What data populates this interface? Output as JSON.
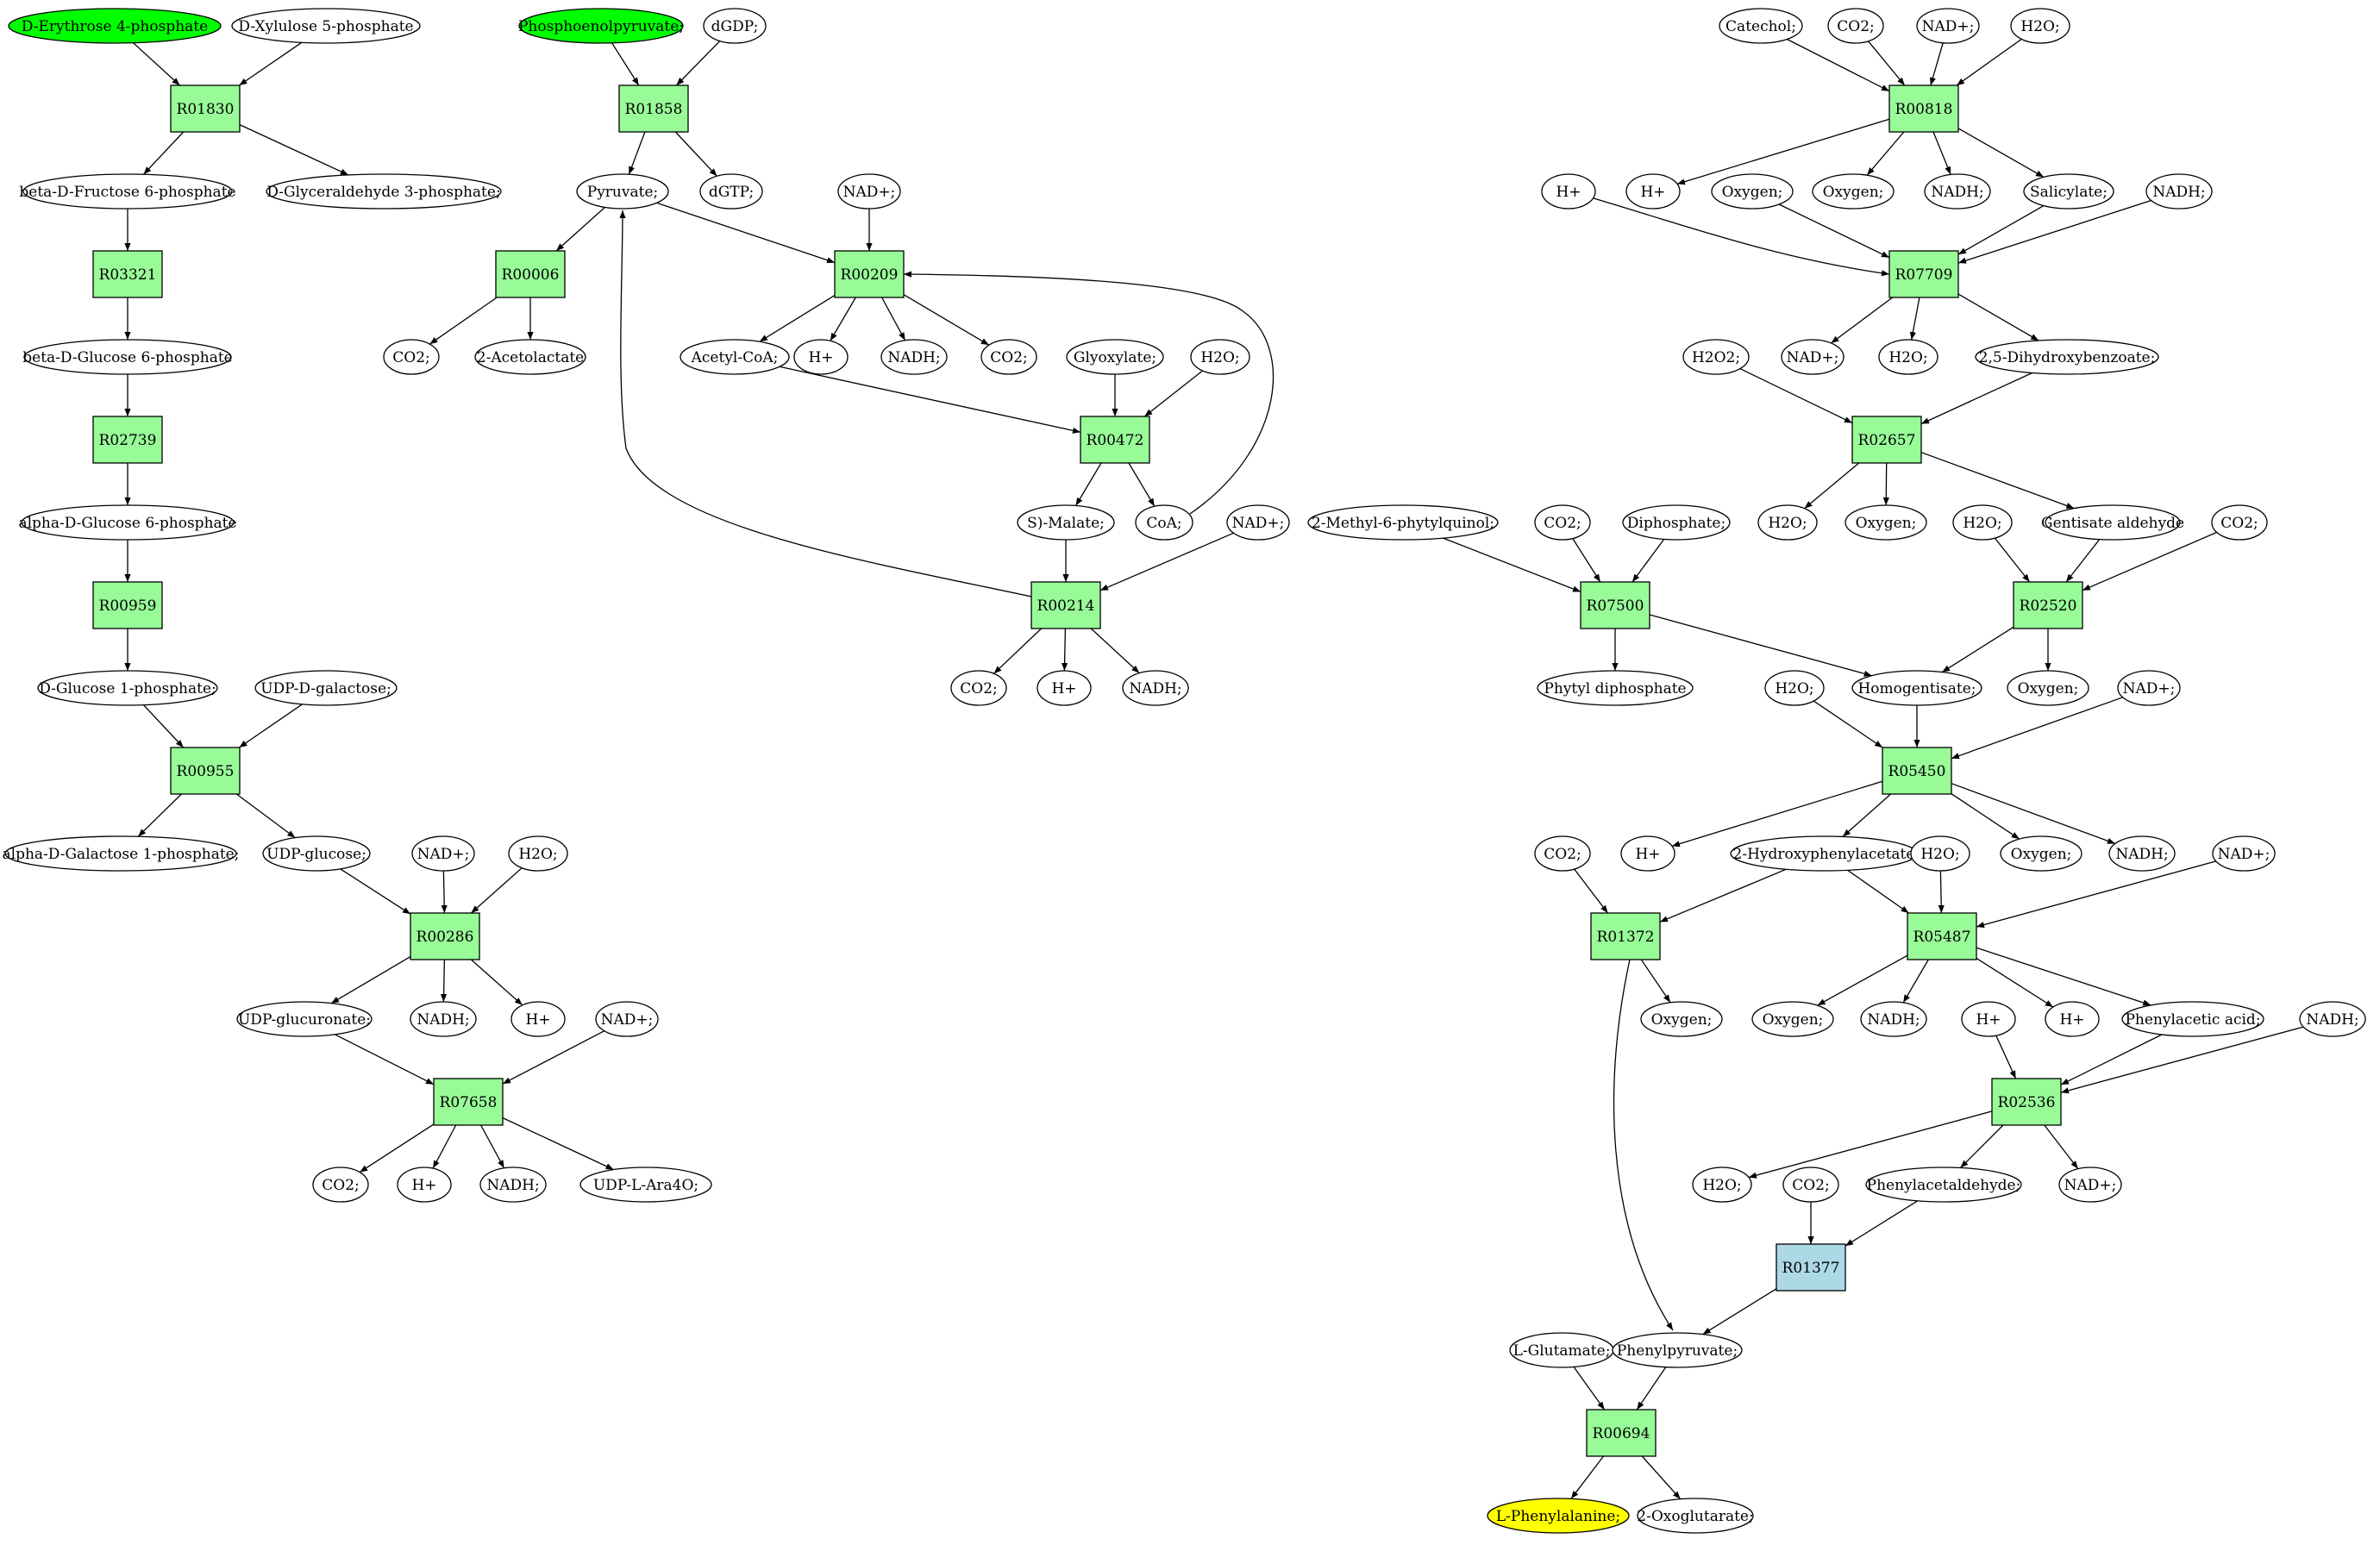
{
  "colors": {
    "reaction": "#98fb98",
    "reaction_highlight": "#add8e6",
    "source": "#00ff00",
    "target": "#ffff00",
    "compound": "#ffffff",
    "stroke": "#000000"
  },
  "nodes": [
    {
      "id": "c_e4p",
      "label": "D-Erythrose 4-phosphate",
      "kind": "compound",
      "fill": "source"
    },
    {
      "id": "c_x5p",
      "label": "D-Xylulose 5-phosphate",
      "kind": "compound"
    },
    {
      "id": "r_R01830",
      "label": "R01830",
      "kind": "reaction"
    },
    {
      "id": "c_f6p",
      "label": "beta-D-Fructose 6-phosphate",
      "kind": "compound"
    },
    {
      "id": "c_g3p",
      "label": "D-Glyceraldehyde 3-phosphate;",
      "kind": "compound"
    },
    {
      "id": "r_R03321",
      "label": "R03321",
      "kind": "reaction"
    },
    {
      "id": "c_bg6p",
      "label": "beta-D-Glucose 6-phosphate",
      "kind": "compound"
    },
    {
      "id": "r_R02739",
      "label": "R02739",
      "kind": "reaction"
    },
    {
      "id": "c_ag6p",
      "label": "alpha-D-Glucose 6-phosphate",
      "kind": "compound"
    },
    {
      "id": "r_R00959",
      "label": "R00959",
      "kind": "reaction"
    },
    {
      "id": "c_g1p",
      "label": "D-Glucose 1-phosphate;",
      "kind": "compound"
    },
    {
      "id": "c_udpgal",
      "label": "UDP-D-galactose;",
      "kind": "compound"
    },
    {
      "id": "r_R00955",
      "label": "R00955",
      "kind": "reaction"
    },
    {
      "id": "c_agal1p",
      "label": "alpha-D-Galactose 1-phosphate;",
      "kind": "compound"
    },
    {
      "id": "c_udpglc",
      "label": "UDP-glucose;",
      "kind": "compound"
    },
    {
      "id": "c_nad_286",
      "label": "NAD+;",
      "kind": "compound"
    },
    {
      "id": "c_h2o_286",
      "label": "H2O;",
      "kind": "compound"
    },
    {
      "id": "r_R00286",
      "label": "R00286",
      "kind": "reaction"
    },
    {
      "id": "c_udpglcur",
      "label": "UDP-glucuronate;",
      "kind": "compound"
    },
    {
      "id": "c_nadh_286",
      "label": "NADH;",
      "kind": "compound"
    },
    {
      "id": "c_h_286",
      "label": "H+",
      "kind": "compound"
    },
    {
      "id": "c_nad_658",
      "label": "NAD+;",
      "kind": "compound"
    },
    {
      "id": "r_R07658",
      "label": "R07658",
      "kind": "reaction"
    },
    {
      "id": "c_co2_658",
      "label": "CO2;",
      "kind": "compound"
    },
    {
      "id": "c_h_658",
      "label": "H+",
      "kind": "compound"
    },
    {
      "id": "c_nadh_658",
      "label": "NADH;",
      "kind": "compound"
    },
    {
      "id": "c_udpara",
      "label": "UDP-L-Ara4O;",
      "kind": "compound"
    },
    {
      "id": "c_pep",
      "label": "Phosphoenolpyruvate;",
      "kind": "compound",
      "fill": "source"
    },
    {
      "id": "c_dgdp",
      "label": "dGDP;",
      "kind": "compound"
    },
    {
      "id": "r_R01858",
      "label": "R01858",
      "kind": "reaction"
    },
    {
      "id": "c_pyr",
      "label": "Pyruvate;",
      "kind": "compound"
    },
    {
      "id": "c_dgtp",
      "label": "dGTP;",
      "kind": "compound"
    },
    {
      "id": "r_R00006",
      "label": "R00006",
      "kind": "reaction"
    },
    {
      "id": "c_co2_006",
      "label": "CO2;",
      "kind": "compound"
    },
    {
      "id": "c_acetolac",
      "label": "2-Acetolactate",
      "kind": "compound"
    },
    {
      "id": "c_nad_209",
      "label": "NAD+;",
      "kind": "compound"
    },
    {
      "id": "r_R00209",
      "label": "R00209",
      "kind": "reaction"
    },
    {
      "id": "c_accoa",
      "label": "Acetyl-CoA;",
      "kind": "compound"
    },
    {
      "id": "c_h_209",
      "label": "H+",
      "kind": "compound"
    },
    {
      "id": "c_nadh_209",
      "label": "NADH;",
      "kind": "compound"
    },
    {
      "id": "c_co2_209",
      "label": "CO2;",
      "kind": "compound"
    },
    {
      "id": "c_glyox",
      "label": "Glyoxylate;",
      "kind": "compound"
    },
    {
      "id": "c_h2o_472",
      "label": "H2O;",
      "kind": "compound"
    },
    {
      "id": "r_R00472",
      "label": "R00472",
      "kind": "reaction"
    },
    {
      "id": "c_malate",
      "label": "S)-Malate;",
      "kind": "compound"
    },
    {
      "id": "c_coa",
      "label": "CoA;",
      "kind": "compound"
    },
    {
      "id": "c_nad_214",
      "label": "NAD+;",
      "kind": "compound"
    },
    {
      "id": "r_R00214",
      "label": "R00214",
      "kind": "reaction"
    },
    {
      "id": "c_co2_214",
      "label": "CO2;",
      "kind": "compound"
    },
    {
      "id": "c_h_214",
      "label": "H+",
      "kind": "compound"
    },
    {
      "id": "c_nadh_214",
      "label": "NADH;",
      "kind": "compound"
    },
    {
      "id": "c_catechol",
      "label": "Catechol;",
      "kind": "compound"
    },
    {
      "id": "c_co2_818",
      "label": "CO2;",
      "kind": "compound"
    },
    {
      "id": "c_nad_818",
      "label": "NAD+;",
      "kind": "compound"
    },
    {
      "id": "c_h2o_818",
      "label": "H2O;",
      "kind": "compound"
    },
    {
      "id": "r_R00818",
      "label": "R00818",
      "kind": "reaction"
    },
    {
      "id": "c_h_a",
      "label": "H+",
      "kind": "compound"
    },
    {
      "id": "c_h_818",
      "label": "H+",
      "kind": "compound"
    },
    {
      "id": "c_oxy_a",
      "label": "Oxygen;",
      "kind": "compound"
    },
    {
      "id": "c_oxy_818",
      "label": "Oxygen;",
      "kind": "compound"
    },
    {
      "id": "c_nadh_818",
      "label": "NADH;",
      "kind": "compound"
    },
    {
      "id": "c_salicyl",
      "label": "Salicylate;",
      "kind": "compound"
    },
    {
      "id": "c_nadh_b",
      "label": "NADH;",
      "kind": "compound"
    },
    {
      "id": "r_R07709",
      "label": "R07709",
      "kind": "reaction"
    },
    {
      "id": "c_nad_709",
      "label": "NAD+;",
      "kind": "compound"
    },
    {
      "id": "c_h2o_709",
      "label": "H2O;",
      "kind": "compound"
    },
    {
      "id": "c_dhb",
      "label": "2,5-Dihydroxybenzoate;",
      "kind": "compound"
    },
    {
      "id": "c_h2o2",
      "label": "H2O2;",
      "kind": "compound"
    },
    {
      "id": "r_R02657",
      "label": "R02657",
      "kind": "reaction"
    },
    {
      "id": "c_h2o_657",
      "label": "H2O;",
      "kind": "compound"
    },
    {
      "id": "c_oxy_657",
      "label": "Oxygen;",
      "kind": "compound"
    },
    {
      "id": "c_h2o_b",
      "label": "H2O;",
      "kind": "compound"
    },
    {
      "id": "c_gentald",
      "label": "Gentisate aldehyde",
      "kind": "compound"
    },
    {
      "id": "c_co2_520",
      "label": "CO2;",
      "kind": "compound"
    },
    {
      "id": "r_R02520",
      "label": "R02520",
      "kind": "reaction"
    },
    {
      "id": "c_mpq",
      "label": "2-Methyl-6-phytylquinol;",
      "kind": "compound"
    },
    {
      "id": "c_co2_500",
      "label": "CO2;",
      "kind": "compound"
    },
    {
      "id": "c_diphos",
      "label": "Diphosphate;",
      "kind": "compound"
    },
    {
      "id": "r_R07500",
      "label": "R07500",
      "kind": "reaction"
    },
    {
      "id": "c_phytyl",
      "label": "Phytyl diphosphate",
      "kind": "compound"
    },
    {
      "id": "c_homogent",
      "label": "Homogentisate;",
      "kind": "compound"
    },
    {
      "id": "c_oxy_520",
      "label": "Oxygen;",
      "kind": "compound"
    },
    {
      "id": "c_h2o_450",
      "label": "H2O;",
      "kind": "compound"
    },
    {
      "id": "c_nad_450",
      "label": "NAD+;",
      "kind": "compound"
    },
    {
      "id": "r_R05450",
      "label": "R05450",
      "kind": "reaction"
    },
    {
      "id": "c_co2_372",
      "label": "CO2;",
      "kind": "compound"
    },
    {
      "id": "c_h_450",
      "label": "H+",
      "kind": "compound"
    },
    {
      "id": "c_2hpa",
      "label": "2-Hydroxyphenylacetate",
      "kind": "compound"
    },
    {
      "id": "c_h2o_487",
      "label": "H2O;",
      "kind": "compound"
    },
    {
      "id": "c_oxy_450",
      "label": "Oxygen;",
      "kind": "compound"
    },
    {
      "id": "c_nadh_450",
      "label": "NADH;",
      "kind": "compound"
    },
    {
      "id": "c_nad_487",
      "label": "NAD+;",
      "kind": "compound"
    },
    {
      "id": "r_R01372",
      "label": "R01372",
      "kind": "reaction"
    },
    {
      "id": "r_R05487",
      "label": "R05487",
      "kind": "reaction"
    },
    {
      "id": "c_oxy_372",
      "label": "Oxygen;",
      "kind": "compound"
    },
    {
      "id": "c_oxy_487",
      "label": "Oxygen;",
      "kind": "compound"
    },
    {
      "id": "c_nadh_487",
      "label": "NADH;",
      "kind": "compound"
    },
    {
      "id": "c_h_536",
      "label": "H+",
      "kind": "compound"
    },
    {
      "id": "c_h_487",
      "label": "H+",
      "kind": "compound"
    },
    {
      "id": "c_phac",
      "label": "Phenylacetic acid;",
      "kind": "compound"
    },
    {
      "id": "c_nadh_536",
      "label": "NADH;",
      "kind": "compound"
    },
    {
      "id": "r_R02536",
      "label": "R02536",
      "kind": "reaction"
    },
    {
      "id": "c_h2o_536",
      "label": "H2O;",
      "kind": "compound"
    },
    {
      "id": "c_co2_377",
      "label": "CO2;",
      "kind": "compound"
    },
    {
      "id": "c_phacald",
      "label": "Phenylacetaldehyde;",
      "kind": "compound"
    },
    {
      "id": "c_nad_536",
      "label": "NAD+;",
      "kind": "compound"
    },
    {
      "id": "r_R01377",
      "label": "R01377",
      "kind": "reaction",
      "fill": "reaction_highlight"
    },
    {
      "id": "c_glu",
      "label": "L-Glutamate;",
      "kind": "compound"
    },
    {
      "id": "c_phpyr",
      "label": "Phenylpyruvate;",
      "kind": "compound"
    },
    {
      "id": "r_R00694",
      "label": "R00694",
      "kind": "reaction"
    },
    {
      "id": "c_phe",
      "label": "L-Phenylalanine;",
      "kind": "compound",
      "fill": "target"
    },
    {
      "id": "c_2og",
      "label": "2-Oxoglutarate;",
      "kind": "compound"
    }
  ],
  "edges": [
    [
      "c_e4p",
      "r_R01830"
    ],
    [
      "c_x5p",
      "r_R01830"
    ],
    [
      "r_R01830",
      "c_f6p"
    ],
    [
      "r_R01830",
      "c_g3p"
    ],
    [
      "c_f6p",
      "r_R03321"
    ],
    [
      "r_R03321",
      "c_bg6p"
    ],
    [
      "c_bg6p",
      "r_R02739"
    ],
    [
      "r_R02739",
      "c_ag6p"
    ],
    [
      "c_ag6p",
      "r_R00959"
    ],
    [
      "r_R00959",
      "c_g1p"
    ],
    [
      "c_g1p",
      "r_R00955"
    ],
    [
      "c_udpgal",
      "r_R00955"
    ],
    [
      "r_R00955",
      "c_agal1p"
    ],
    [
      "r_R00955",
      "c_udpglc"
    ],
    [
      "c_udpglc",
      "r_R00286"
    ],
    [
      "c_nad_286",
      "r_R00286"
    ],
    [
      "c_h2o_286",
      "r_R00286"
    ],
    [
      "r_R00286",
      "c_udpglcur"
    ],
    [
      "r_R00286",
      "c_nadh_286"
    ],
    [
      "r_R00286",
      "c_h_286"
    ],
    [
      "c_udpglcur",
      "r_R07658"
    ],
    [
      "c_nad_658",
      "r_R07658"
    ],
    [
      "r_R07658",
      "c_co2_658"
    ],
    [
      "r_R07658",
      "c_h_658"
    ],
    [
      "r_R07658",
      "c_nadh_658"
    ],
    [
      "r_R07658",
      "c_udpara"
    ],
    [
      "c_pep",
      "r_R01858"
    ],
    [
      "c_dgdp",
      "r_R01858"
    ],
    [
      "r_R01858",
      "c_pyr"
    ],
    [
      "r_R01858",
      "c_dgtp"
    ],
    [
      "c_pyr",
      "r_R00006"
    ],
    [
      "r_R00006",
      "c_co2_006"
    ],
    [
      "r_R00006",
      "c_acetolac"
    ],
    [
      "c_pyr",
      "r_R00209"
    ],
    [
      "c_nad_209",
      "r_R00209"
    ],
    [
      "c_coa",
      "r_R00209"
    ],
    [
      "r_R00209",
      "c_accoa"
    ],
    [
      "r_R00209",
      "c_h_209"
    ],
    [
      "r_R00209",
      "c_nadh_209"
    ],
    [
      "r_R00209",
      "c_co2_209"
    ],
    [
      "c_accoa",
      "r_R00472"
    ],
    [
      "c_glyox",
      "r_R00472"
    ],
    [
      "c_h2o_472",
      "r_R00472"
    ],
    [
      "r_R00472",
      "c_malate"
    ],
    [
      "r_R00472",
      "c_coa"
    ],
    [
      "c_malate",
      "r_R00214"
    ],
    [
      "c_nad_214",
      "r_R00214"
    ],
    [
      "r_R00214",
      "c_pyr"
    ],
    [
      "r_R00214",
      "c_co2_214"
    ],
    [
      "r_R00214",
      "c_h_214"
    ],
    [
      "r_R00214",
      "c_nadh_214"
    ],
    [
      "c_catechol",
      "r_R00818"
    ],
    [
      "c_co2_818",
      "r_R00818"
    ],
    [
      "c_nad_818",
      "r_R00818"
    ],
    [
      "c_h2o_818",
      "r_R00818"
    ],
    [
      "r_R00818",
      "c_h_818"
    ],
    [
      "r_R00818",
      "c_oxy_818"
    ],
    [
      "r_R00818",
      "c_nadh_818"
    ],
    [
      "r_R00818",
      "c_salicyl"
    ],
    [
      "c_h_a",
      "r_R07709"
    ],
    [
      "c_oxy_a",
      "r_R07709"
    ],
    [
      "c_salicyl",
      "r_R07709"
    ],
    [
      "c_nadh_b",
      "r_R07709"
    ],
    [
      "r_R07709",
      "c_nad_709"
    ],
    [
      "r_R07709",
      "c_h2o_709"
    ],
    [
      "r_R07709",
      "c_dhb"
    ],
    [
      "c_h2o2",
      "r_R02657"
    ],
    [
      "c_dhb",
      "r_R02657"
    ],
    [
      "r_R02657",
      "c_h2o_657"
    ],
    [
      "r_R02657",
      "c_oxy_657"
    ],
    [
      "r_R02657",
      "c_gentald"
    ],
    [
      "c_h2o_b",
      "r_R02520"
    ],
    [
      "c_gentald",
      "r_R02520"
    ],
    [
      "c_co2_520",
      "r_R02520"
    ],
    [
      "r_R02520",
      "c_homogent"
    ],
    [
      "r_R02520",
      "c_oxy_520"
    ],
    [
      "c_mpq",
      "r_R07500"
    ],
    [
      "c_co2_500",
      "r_R07500"
    ],
    [
      "c_diphos",
      "r_R07500"
    ],
    [
      "r_R07500",
      "c_phytyl"
    ],
    [
      "r_R07500",
      "c_homogent"
    ],
    [
      "c_h2o_450",
      "r_R05450"
    ],
    [
      "c_homogent",
      "r_R05450"
    ],
    [
      "c_nad_450",
      "r_R05450"
    ],
    [
      "r_R05450",
      "c_h_450"
    ],
    [
      "r_R05450",
      "c_2hpa"
    ],
    [
      "r_R05450",
      "c_oxy_450"
    ],
    [
      "r_R05450",
      "c_nadh_450"
    ],
    [
      "c_co2_372",
      "r_R01372"
    ],
    [
      "c_2hpa",
      "r_R01372"
    ],
    [
      "r_R01372",
      "c_oxy_372"
    ],
    [
      "r_R01372",
      "c_phpyr"
    ],
    [
      "c_2hpa",
      "r_R05487"
    ],
    [
      "c_h2o_487",
      "r_R05487"
    ],
    [
      "c_nad_487",
      "r_R05487"
    ],
    [
      "r_R05487",
      "c_oxy_487"
    ],
    [
      "r_R05487",
      "c_nadh_487"
    ],
    [
      "r_R05487",
      "c_h_487"
    ],
    [
      "r_R05487",
      "c_phac"
    ],
    [
      "c_h_536",
      "r_R02536"
    ],
    [
      "c_phac",
      "r_R02536"
    ],
    [
      "c_nadh_536",
      "r_R02536"
    ],
    [
      "r_R02536",
      "c_h2o_536"
    ],
    [
      "r_R02536",
      "c_phacald"
    ],
    [
      "r_R02536",
      "c_nad_536"
    ],
    [
      "c_co2_377",
      "r_R01377"
    ],
    [
      "c_phacald",
      "r_R01377"
    ],
    [
      "r_R01377",
      "c_phpyr"
    ],
    [
      "c_glu",
      "r_R00694"
    ],
    [
      "c_phpyr",
      "r_R00694"
    ],
    [
      "r_R00694",
      "c_phe"
    ],
    [
      "r_R00694",
      "c_2og"
    ]
  ]
}
